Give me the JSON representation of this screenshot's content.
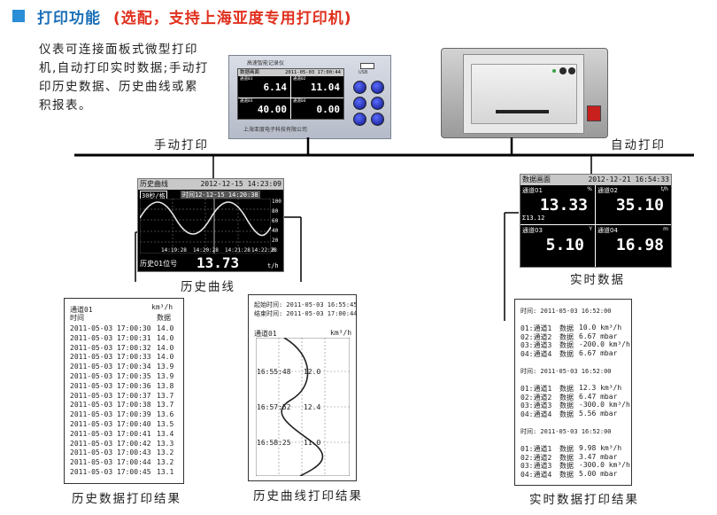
{
  "header": {
    "title": "打印功能",
    "subtitle": "(选配，支持上海亚度专用打印机)"
  },
  "intro": {
    "lines": [
      "仪表可连接面板式微型打印",
      "机,自动打印实时数据;手动打",
      "印历史数据、历史曲线或累",
      "积报表。"
    ]
  },
  "labels": {
    "manual": "手动打印",
    "auto": "自动打印",
    "history_curve": "历史曲线",
    "realtime": "实时数据",
    "history_print": "历史数据打印结果",
    "curve_print": "历史曲线打印结果",
    "realtime_print": "实时数据打印结果"
  },
  "recorder": {
    "title": "高速智能记录仪",
    "header_left": "数据画面",
    "header_right": "2011-05-03 17:00:44",
    "cells": [
      {
        "name": "通道01",
        "value": "6.14"
      },
      {
        "name": "通道02",
        "value": "11.04"
      },
      {
        "name": "通道03",
        "value": "40.00"
      },
      {
        "name": "通道04",
        "value": "0.00"
      }
    ],
    "usb_label": "USB",
    "company": "上海亚度电子科技有限公司"
  },
  "history_screen": {
    "header_left": "历史曲线",
    "header_right": "2012-12-15 14:23:09",
    "interval": "30秒/格",
    "time_label": "时间12-12-15 14:20:38",
    "y_ticks": [
      "100",
      "80",
      "60",
      "40",
      "20",
      "0"
    ],
    "x_ticks": [
      "14:19:28",
      "14:20:28",
      "14:21:28",
      "14:22:28"
    ],
    "channel": "历史01位号",
    "value": "13.73",
    "unit": "t/h"
  },
  "realtime_screen": {
    "header_left": "数据画面",
    "header_right": "2012-12-21 16:54:33",
    "cells": [
      {
        "name": "通道01",
        "unit": "%",
        "value": "13.33"
      },
      {
        "name": "通道02",
        "unit": "t/h",
        "value": "35.10"
      },
      {
        "name": "通道03",
        "unit": "Y",
        "value": "5.10"
      },
      {
        "name": "通道04",
        "unit": "m",
        "value": "16.98"
      }
    ],
    "sum": "Σ13.12"
  },
  "history_print": {
    "channel": "通道01",
    "time_head": "时间",
    "unit": "km³/h",
    "data_head": "数据",
    "rows": [
      {
        "t": "2011-05-03 17:00:30",
        "v": "14.0"
      },
      {
        "t": "2011-05-03 17:00:31",
        "v": "14.0"
      },
      {
        "t": "2011-05-03 17:00:32",
        "v": "14.0"
      },
      {
        "t": "2011-05-03 17:00:33",
        "v": "14.0"
      },
      {
        "t": "2011-05-03 17:00:34",
        "v": "13.9"
      },
      {
        "t": "2011-05-03 17:00:35",
        "v": "13.9"
      },
      {
        "t": "2011-05-03 17:00:36",
        "v": "13.8"
      },
      {
        "t": "2011-05-03 17:00:37",
        "v": "13.7"
      },
      {
        "t": "2011-05-03 17:00:38",
        "v": "13.7"
      },
      {
        "t": "2011-05-03 17:00:39",
        "v": "13.6"
      },
      {
        "t": "2011-05-03 17:00:40",
        "v": "13.5"
      },
      {
        "t": "2011-05-03 17:00:41",
        "v": "13.4"
      },
      {
        "t": "2011-05-03 17:00:42",
        "v": "13.3"
      },
      {
        "t": "2011-05-03 17:00:43",
        "v": "13.2"
      },
      {
        "t": "2011-05-03 17:00:44",
        "v": "13.2"
      },
      {
        "t": "2011-05-03 17:00:45",
        "v": "13.1"
      }
    ]
  },
  "curve_print": {
    "start": "起始时间: 2011-05-03 16:55:45",
    "end": "结束时间: 2011-05-03 17:00:44",
    "channel": "通道01",
    "unit": "km³/h",
    "marks": [
      {
        "t": "16:55:48",
        "v": "12.0"
      },
      {
        "t": "16:57:52",
        "v": "12.4"
      },
      {
        "t": "16:58:25",
        "v": "11.0"
      }
    ]
  },
  "realtime_print": {
    "blocks": [
      {
        "time": "时间: 2011-05-03 16:52:00",
        "rows": [
          {
            "ch": "01:通道1",
            "label": "数据",
            "val": "10.0 km³/h"
          },
          {
            "ch": "02:通道2",
            "label": "数据",
            "val": "6.67 mbar"
          },
          {
            "ch": "03:通道3",
            "label": "数据",
            "val": "-200.0 km³/h"
          },
          {
            "ch": "04:通道4",
            "label": "数据",
            "val": "6.67 mbar"
          }
        ]
      },
      {
        "time": "时间: 2011-05-03 16:52:00",
        "rows": [
          {
            "ch": "01:通道1",
            "label": "数据",
            "val": "12.3 km³/h"
          },
          {
            "ch": "02:通道2",
            "label": "数据",
            "val": "6.47 mbar"
          },
          {
            "ch": "03:通道3",
            "label": "数据",
            "val": "-300.0 km³/h"
          },
          {
            "ch": "04:通道4",
            "label": "数据",
            "val": "5.56 mbar"
          }
        ]
      },
      {
        "time": "时间: 2011-05-03 16:52:00",
        "rows": [
          {
            "ch": "01:通道1",
            "label": "数据",
            "val": "9.98 km³/h"
          },
          {
            "ch": "02:通道2",
            "label": "数据",
            "val": "3.47 mbar"
          },
          {
            "ch": "03:通道3",
            "label": "数据",
            "val": "-300.0 km³/h"
          },
          {
            "ch": "04:通道4",
            "label": "数据",
            "val": "5.00 mbar"
          }
        ]
      }
    ]
  },
  "colors": {
    "accent": "#1a6fb8",
    "highlight": "#e0301e",
    "screen_value": "#ffffff"
  }
}
